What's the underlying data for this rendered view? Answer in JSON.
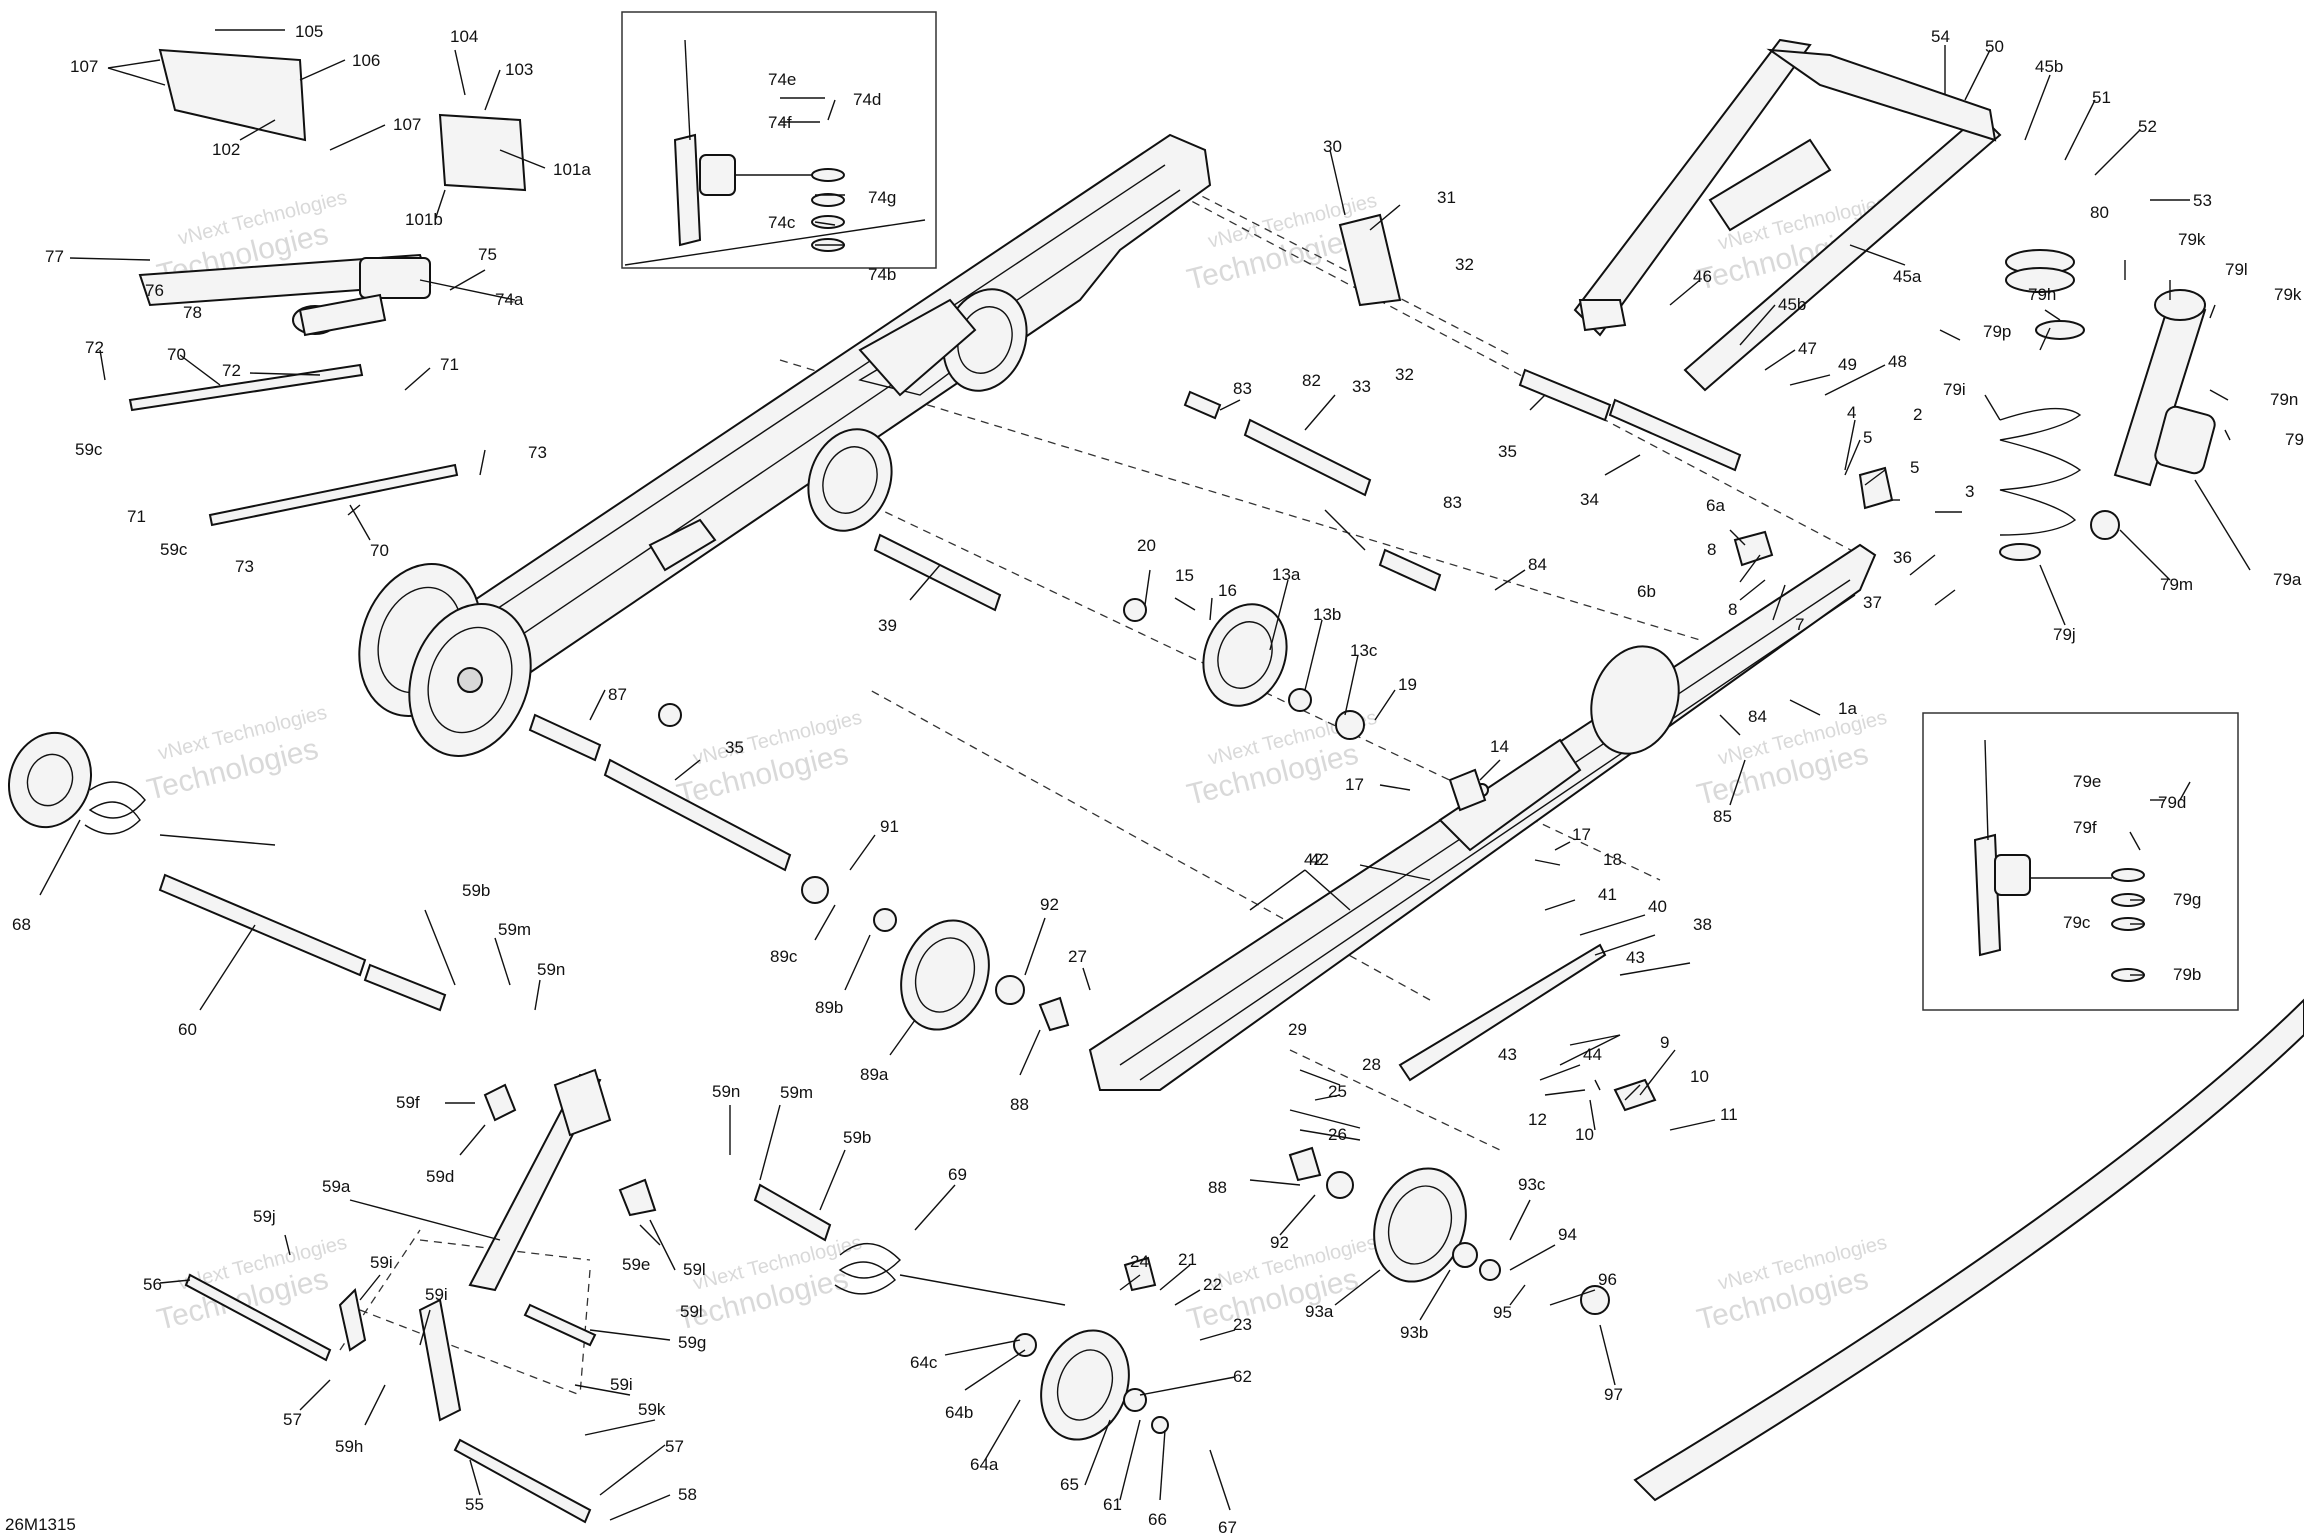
{
  "diagram": {
    "code": "26M1315",
    "watermark": {
      "line1": "vNext Technologies",
      "line2": "Technologies"
    },
    "callouts": [
      "105",
      "104",
      "103",
      "107",
      "106",
      "102",
      "101a",
      "101b",
      "77",
      "75",
      "76",
      "78",
      "74a",
      "72",
      "70",
      "71",
      "73",
      "59c",
      "74e",
      "74d",
      "74f",
      "74g",
      "74c",
      "74b",
      "30",
      "31",
      "32",
      "33",
      "83",
      "82",
      "35",
      "34",
      "39",
      "84",
      "20",
      "15",
      "16",
      "13a",
      "13b",
      "13c",
      "19",
      "17",
      "14",
      "87",
      "91",
      "89c",
      "89b",
      "89a",
      "92",
      "27",
      "88",
      "68",
      "60",
      "59b",
      "59m",
      "59n",
      "59f",
      "59d",
      "59a",
      "59j",
      "59i",
      "59e",
      "59g",
      "59l",
      "56",
      "57",
      "59h",
      "55",
      "58",
      "59k",
      "69",
      "64c",
      "64b",
      "64a",
      "24",
      "21",
      "22",
      "23",
      "62",
      "65",
      "61",
      "66",
      "67",
      "88",
      "93a",
      "93b",
      "93c",
      "94",
      "95",
      "96",
      "97",
      "29",
      "28",
      "25",
      "26",
      "42",
      "41",
      "40",
      "38",
      "43",
      "44",
      "9",
      "10",
      "11",
      "12",
      "18",
      "85",
      "1a",
      "36",
      "37",
      "54",
      "50",
      "45b",
      "51",
      "52",
      "53",
      "45a",
      "46",
      "47",
      "49",
      "48",
      "4",
      "5",
      "2",
      "3",
      "6a",
      "8",
      "6b",
      "7",
      "80",
      "79k",
      "79l",
      "79h",
      "79p",
      "79i",
      "79j",
      "79m",
      "79n",
      "79a",
      "79e",
      "79f",
      "79g",
      "79c",
      "79b",
      "79d"
    ]
  },
  "parts": {
    "label_01": "105",
    "label_02": "107",
    "label_03": "106",
    "label_04": "104",
    "label_05": "103",
    "label_06": "102",
    "label_07": "107",
    "label_08": "101a",
    "label_09": "101b",
    "label_10": "77",
    "label_11": "75",
    "label_12": "76",
    "label_13": "78",
    "label_14": "74a",
    "label_15": "72",
    "label_16": "72",
    "label_17": "70",
    "label_18": "71",
    "label_19": "73",
    "label_20": "59c",
    "label_21": "71",
    "label_22": "59c",
    "label_23": "73",
    "label_24": "70",
    "label_25": "74e",
    "label_26": "74d",
    "label_27": "74f",
    "label_28": "74g",
    "label_29": "74c",
    "label_30": "74b",
    "label_31": "30",
    "label_32": "31",
    "label_33": "32",
    "label_34": "33",
    "label_35": "32",
    "label_36": "83",
    "label_37": "82",
    "label_38": "83",
    "label_39": "35",
    "label_40": "34",
    "label_41": "84",
    "label_42": "39",
    "label_43": "20",
    "label_44": "15",
    "label_45": "16",
    "label_46": "13a",
    "label_47": "13b",
    "label_48": "13c",
    "label_49": "19",
    "label_50": "17",
    "label_51": "14",
    "label_52": "87",
    "label_53": "35",
    "label_54": "91",
    "label_55": "89c",
    "label_56": "89b",
    "label_57": "89a",
    "label_58": "92",
    "label_59": "27",
    "label_60": "88",
    "label_61": "68",
    "label_62": "60",
    "label_63": "59b",
    "label_64": "59m",
    "label_65": "59n",
    "label_66": "59f",
    "label_67": "59d",
    "label_68": "59n",
    "label_69": "59m",
    "label_70": "59b",
    "label_71": "59a",
    "label_72": "59j",
    "label_73": "59i",
    "label_74": "59e",
    "label_75": "59i",
    "label_76": "59l",
    "label_77": "59l",
    "label_78": "59g",
    "label_79": "56",
    "label_80": "57",
    "label_81": "59h",
    "label_82": "59i",
    "label_83": "59k",
    "label_84": "55",
    "label_85": "57",
    "label_86": "58",
    "label_87": "69",
    "label_88": "64c",
    "label_89": "64b",
    "label_90": "64a",
    "label_91": "24",
    "label_92": "21",
    "label_93": "22",
    "label_94": "23",
    "label_95": "62",
    "label_96": "65",
    "label_97": "61",
    "label_98": "66",
    "label_99": "67",
    "label_100": "88",
    "label_101": "92",
    "label_102": "93a",
    "label_103": "93b",
    "label_104": "93c",
    "label_105": "94",
    "label_106": "95",
    "label_107": "96",
    "label_108": "97",
    "label_109": "29",
    "label_110": "28",
    "label_111": "25",
    "label_112": "26",
    "label_113": "42",
    "label_114": "41",
    "label_115": "40",
    "label_116": "38",
    "label_117": "43",
    "label_118": "43",
    "label_119": "44",
    "label_120": "9",
    "label_121": "10",
    "label_122": "10",
    "label_123": "11",
    "label_124": "12",
    "label_125": "17",
    "label_126": "18",
    "label_127": "84",
    "label_128": "85",
    "label_129": "1a",
    "label_130": "36",
    "label_131": "37",
    "label_132": "54",
    "label_133": "50",
    "label_134": "45b",
    "label_135": "51",
    "label_136": "52",
    "label_137": "53",
    "label_138": "45a",
    "label_139": "46",
    "label_140": "45b",
    "label_141": "47",
    "label_142": "49",
    "label_143": "48",
    "label_144": "4",
    "label_145": "5",
    "label_146": "2",
    "label_147": "5",
    "label_148": "3",
    "label_149": "6a",
    "label_150": "8",
    "label_151": "8",
    "label_152": "6b",
    "label_153": "7",
    "label_154": "80",
    "label_155": "79k",
    "label_156": "79l",
    "label_157": "79k",
    "label_158": "79h",
    "label_159": "79p",
    "label_160": "79i",
    "label_161": "79n",
    "label_162": "79",
    "label_163": "79j",
    "label_164": "79m",
    "label_165": "79a",
    "label_166": "79e",
    "label_167": "79d",
    "label_168": "79f",
    "label_169": "79g",
    "label_170": "79c",
    "label_171": "79b",
    "label_172": "42",
    "label_173": "26M1315"
  }
}
